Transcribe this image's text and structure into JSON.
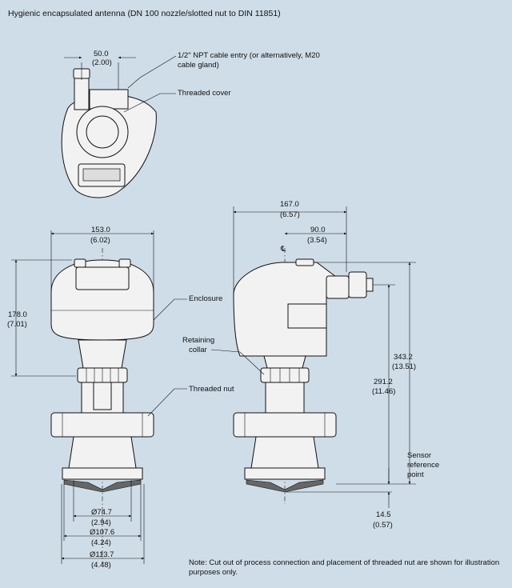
{
  "title": "Hygienic encapsulated antenna (DN 100 nozzle/slotted nut to DIN 11851)",
  "top_view": {
    "dim_width": "50.0",
    "dim_width_in": "(2.00)",
    "cable_entry_label_1": "1/2\" NPT cable entry (or alternatively, M20",
    "cable_entry_label_2": "cable gland)",
    "cover_label": "Threaded cover"
  },
  "front_view": {
    "dim_width": "153.0",
    "dim_width_in": "(6.02)",
    "dim_height": "178.0",
    "dim_height_in": "(7.01)",
    "enclosure_label": "Enclosure",
    "threaded_nut_label": "Threaded nut",
    "dia1": "Ø74.7",
    "dia1_in": "(2.94)",
    "dia2": "Ø107.6",
    "dia2_in": "(4.24)",
    "dia3": "Ø113.7",
    "dia3_in": "(4.48)"
  },
  "side_view": {
    "dim_total_width": "167.0",
    "dim_total_width_in": "(6.57)",
    "dim_half_width": "90.0",
    "dim_half_width_in": "(3.54)",
    "centerline_symbol": "℄",
    "retaining_label_1": "Retaining",
    "retaining_label_2": "collar",
    "dim_height_total": "343.2",
    "dim_height_total_in": "(13.51)",
    "dim_height_mid": "291.2",
    "dim_height_mid_in": "(11.46)",
    "sensor_label_1": "Sensor",
    "sensor_label_2": "reference",
    "sensor_label_3": "point",
    "dim_tip": "14.5",
    "dim_tip_in": "(0.57)"
  },
  "note": "Note: Cut out of process connection and placement of threaded nut are shown for illustration purposes only."
}
